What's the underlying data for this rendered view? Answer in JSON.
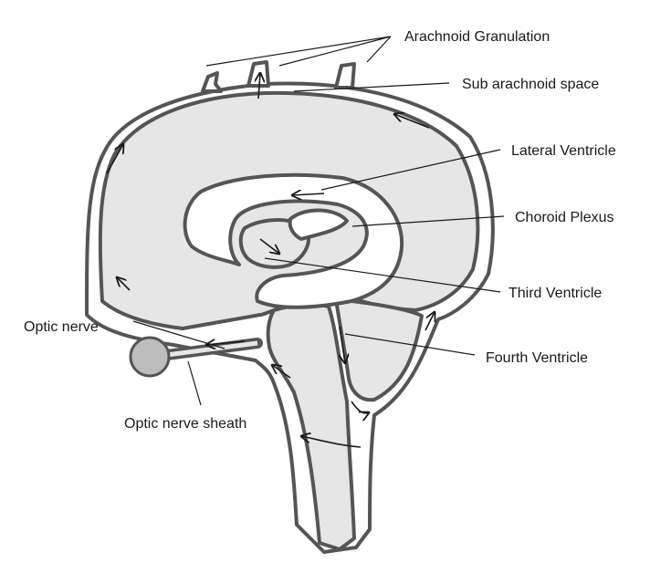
{
  "colors": {
    "outline": "#555555",
    "tissue_fill": "#e6e6e6",
    "eye_fill": "#bdbdbd",
    "text": "#1a1a1a"
  },
  "labels": {
    "arachnoid_granulation": "Arachnoid Granulation",
    "subarachnoid_space": "Sub arachnoid space",
    "lateral_ventricle": "Lateral Ventricle",
    "choroid_plexus": "Choroid Plexus",
    "third_ventricle": "Third Ventricle",
    "fourth_ventricle": "Fourth Ventricle",
    "optic_nerve": "Optic nerve",
    "optic_nerve_sheath": "Optic nerve sheath"
  }
}
